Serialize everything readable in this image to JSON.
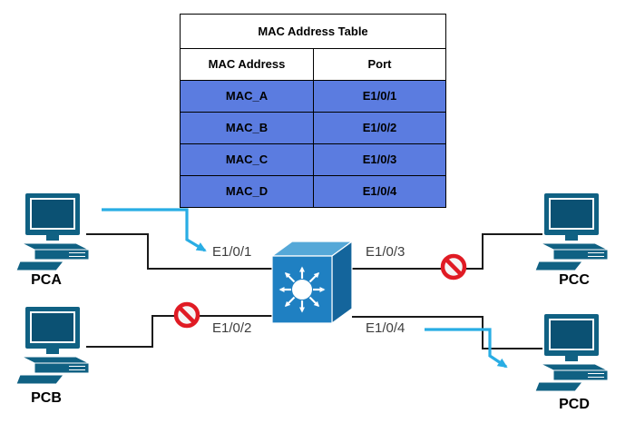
{
  "table": {
    "title": "MAC Address Table",
    "headers": [
      "MAC Address",
      "Port"
    ],
    "rows": [
      {
        "mac": "MAC_A",
        "port": "E1/0/1"
      },
      {
        "mac": "MAC_B",
        "port": "E1/0/2"
      },
      {
        "mac": "MAC_C",
        "port": "E1/0/3"
      },
      {
        "mac": "MAC_D",
        "port": "E1/0/4"
      }
    ]
  },
  "devices": {
    "pca": {
      "label": "PCA"
    },
    "pcb": {
      "label": "PCB"
    },
    "pcc": {
      "label": "PCC"
    },
    "pcd": {
      "label": "PCD"
    }
  },
  "ports": {
    "p1": "E1/0/1",
    "p2": "E1/0/2",
    "p3": "E1/0/3",
    "p4": "E1/0/4"
  },
  "colors": {
    "table-row-bg": "#5b7ce0",
    "pc-body": "#106183",
    "pc-screen": "#0b5173",
    "switch-front": "#1f80c2",
    "switch-top": "#55a8d8",
    "switch-side": "#14659c",
    "flow-arrow": "#29ade4",
    "blocked-sign": "#e01b24",
    "link-line": "#1a1a1a"
  }
}
